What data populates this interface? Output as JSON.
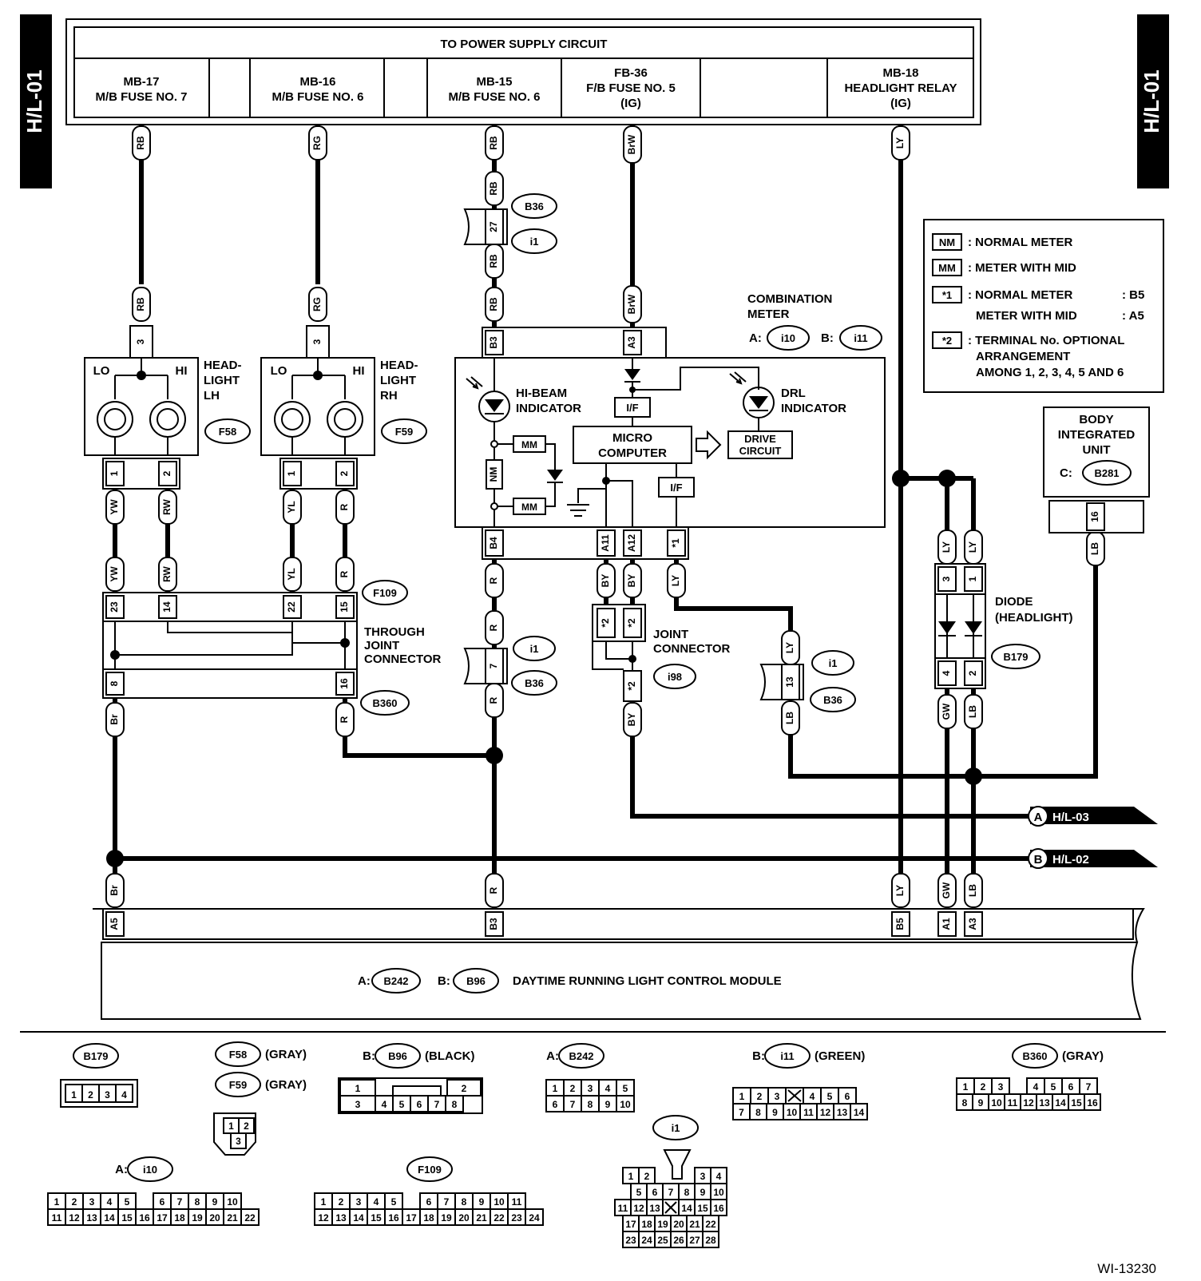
{
  "page_tag": "H/L-01",
  "power_supply": {
    "title": "TO POWER SUPPLY CIRCUIT",
    "fuses": [
      [
        "MB-17",
        "M/B FUSE NO. 7"
      ],
      [
        "MB-16",
        "M/B FUSE NO. 6"
      ],
      [
        "MB-15",
        "M/B FUSE NO. 6"
      ],
      [
        "FB-36",
        "F/B FUSE NO. 5",
        "(IG)"
      ],
      [
        "MB-18",
        "HEADLIGHT RELAY",
        "(IG)"
      ]
    ]
  },
  "legend": {
    "nm": "NM",
    "nm_text": ": NORMAL METER",
    "mm": "MM",
    "mm_text": ": METER WITH MID",
    "s1": "*1",
    "s1_text": ": NORMAL METER",
    "s1_val": ": B5",
    "s1_text2": "METER WITH MID",
    "s1_val2": ": A5",
    "s2": "*2",
    "s2_text": ": TERMINAL No. OPTIONAL",
    "s2_text2": "ARRANGEMENT",
    "s2_text3": "AMONG 1, 2, 3, 4, 5 AND 6"
  },
  "combination_meter": {
    "label1": "COMBINATION",
    "label2": "METER",
    "a": "A:",
    "a_id": "i10",
    "b": "B:",
    "b_id": "i11"
  },
  "meter_parts": {
    "hi_beam1": "HI-BEAM",
    "hi_beam2": "INDICATOR",
    "drl1": "DRL",
    "drl2": "INDICATOR",
    "micro1": "MICRO",
    "micro2": "COMPUTER",
    "drive1": "DRIVE",
    "drive2": "CIRCUIT",
    "if": "I/F",
    "mm": "MM",
    "nm": "NM"
  },
  "headlight_lh": {
    "lo": "LO",
    "hi": "HI",
    "name1": "HEAD-",
    "name2": "LIGHT",
    "name3": "LH",
    "conn": "F58"
  },
  "headlight_rh": {
    "lo": "LO",
    "hi": "HI",
    "name1": "HEAD-",
    "name2": "LIGHT",
    "name3": "RH",
    "conn": "F59"
  },
  "through_joint": {
    "l1": "THROUGH",
    "l2": "JOINT",
    "l3": "CONNECTOR",
    "top": "F109",
    "bottom": "B360"
  },
  "joint_connector": {
    "l1": "JOINT",
    "l2": "CONNECTOR",
    "id": "i98"
  },
  "diode": {
    "l1": "DIODE",
    "l2": "(HEADLIGHT)",
    "id": "B179"
  },
  "body_unit": {
    "l1": "BODY",
    "l2": "INTEGRATED",
    "l3": "UNIT",
    "c": "C:",
    "id": "B281"
  },
  "module": {
    "a": "A:",
    "a_id": "B242",
    "b": "B:",
    "b_id": "B96",
    "name": "DAYTIME RUNNING LIGHT CONTROL MODULE"
  },
  "offpage": [
    {
      "letter": "A",
      "ref": "H/L-03"
    },
    {
      "letter": "B",
      "ref": "H/L-02"
    }
  ],
  "wire_colors": {
    "rb": "RB",
    "rg": "RG",
    "brw": "BrW",
    "ly": "LY",
    "yw": "YW",
    "rw": "RW",
    "yl": "YL",
    "r": "R",
    "by": "BY",
    "br": "Br",
    "gw": "GW",
    "lb": "LB"
  },
  "pins": {
    "p3": "3",
    "p1": "1",
    "p2": "2",
    "p4": "4",
    "p7": "7",
    "p8": "8",
    "p13": "13",
    "p14": "14",
    "p15": "15",
    "p16": "16",
    "p22": "22",
    "p23": "23",
    "p27": "27",
    "a3": "A3",
    "a5": "A5",
    "a1": "A1",
    "a11": "A11",
    "a12": "A12",
    "b3": "B3",
    "b4": "B4",
    "b5": "B5",
    "s1": "*1",
    "s2": "*2"
  },
  "conn_ids": {
    "b36": "B36",
    "i1": "i1"
  },
  "connector_views": {
    "b179": {
      "id": "B179",
      "rows": [
        [
          "1",
          "2",
          "3",
          "4"
        ]
      ]
    },
    "f58": {
      "id": "F58",
      "color": "(GRAY)"
    },
    "f59": {
      "id": "F59",
      "color": "(GRAY)",
      "rows": [
        [
          "1",
          "2"
        ],
        [
          "3"
        ]
      ]
    },
    "b96": {
      "prefix": "B:",
      "id": "B96",
      "color": "(BLACK)",
      "rows": [
        [
          "1",
          "",
          "",
          "",
          "",
          "2"
        ],
        [
          "3",
          "4",
          "5",
          "6",
          "7",
          "8"
        ]
      ]
    },
    "b242": {
      "prefix": "A:",
      "id": "B242",
      "rows": [
        [
          "1",
          "2",
          "3",
          "4",
          "5"
        ],
        [
          "6",
          "7",
          "8",
          "9",
          "10"
        ]
      ]
    },
    "i11": {
      "prefix": "B:",
      "id": "i11",
      "color": "(GREEN)",
      "rows": [
        [
          "1",
          "2",
          "3",
          "X",
          "4",
          "5",
          "6"
        ],
        [
          "7",
          "8",
          "9",
          "10",
          "11",
          "12",
          "13",
          "14"
        ]
      ]
    },
    "b360": {
      "id": "B360",
      "color": "(GRAY)",
      "rows": [
        [
          "1",
          "2",
          "3",
          "",
          "4",
          "5",
          "6",
          "7"
        ],
        [
          "8",
          "9",
          "10",
          "11",
          "12",
          "13",
          "14",
          "15",
          "16"
        ]
      ]
    },
    "i1": {
      "id": "i1",
      "rows": [
        [
          "1",
          "2",
          "",
          "3",
          "4"
        ],
        [
          "5",
          "6",
          "7",
          "8",
          "9",
          "10"
        ],
        [
          "11",
          "12",
          "13",
          "X",
          "14",
          "15",
          "16"
        ],
        [
          "17",
          "18",
          "19",
          "20",
          "21",
          "22"
        ],
        [
          "23",
          "24",
          "25",
          "26",
          "27",
          "28"
        ]
      ]
    },
    "i10": {
      "prefix": "A:",
      "id": "i10",
      "rows": [
        [
          "1",
          "2",
          "3",
          "4",
          "5",
          "",
          "6",
          "7",
          "8",
          "9",
          "10"
        ],
        [
          "11",
          "12",
          "13",
          "14",
          "15",
          "16",
          "17",
          "18",
          "19",
          "20",
          "21",
          "22"
        ]
      ]
    },
    "f109": {
      "id": "F109",
      "rows": [
        [
          "1",
          "2",
          "3",
          "4",
          "5",
          "",
          "6",
          "7",
          "8",
          "9",
          "10",
          "11"
        ],
        [
          "12",
          "13",
          "14",
          "15",
          "16",
          "17",
          "18",
          "19",
          "20",
          "21",
          "22",
          "23",
          "24"
        ]
      ]
    }
  },
  "figure_id": "WI-13230"
}
